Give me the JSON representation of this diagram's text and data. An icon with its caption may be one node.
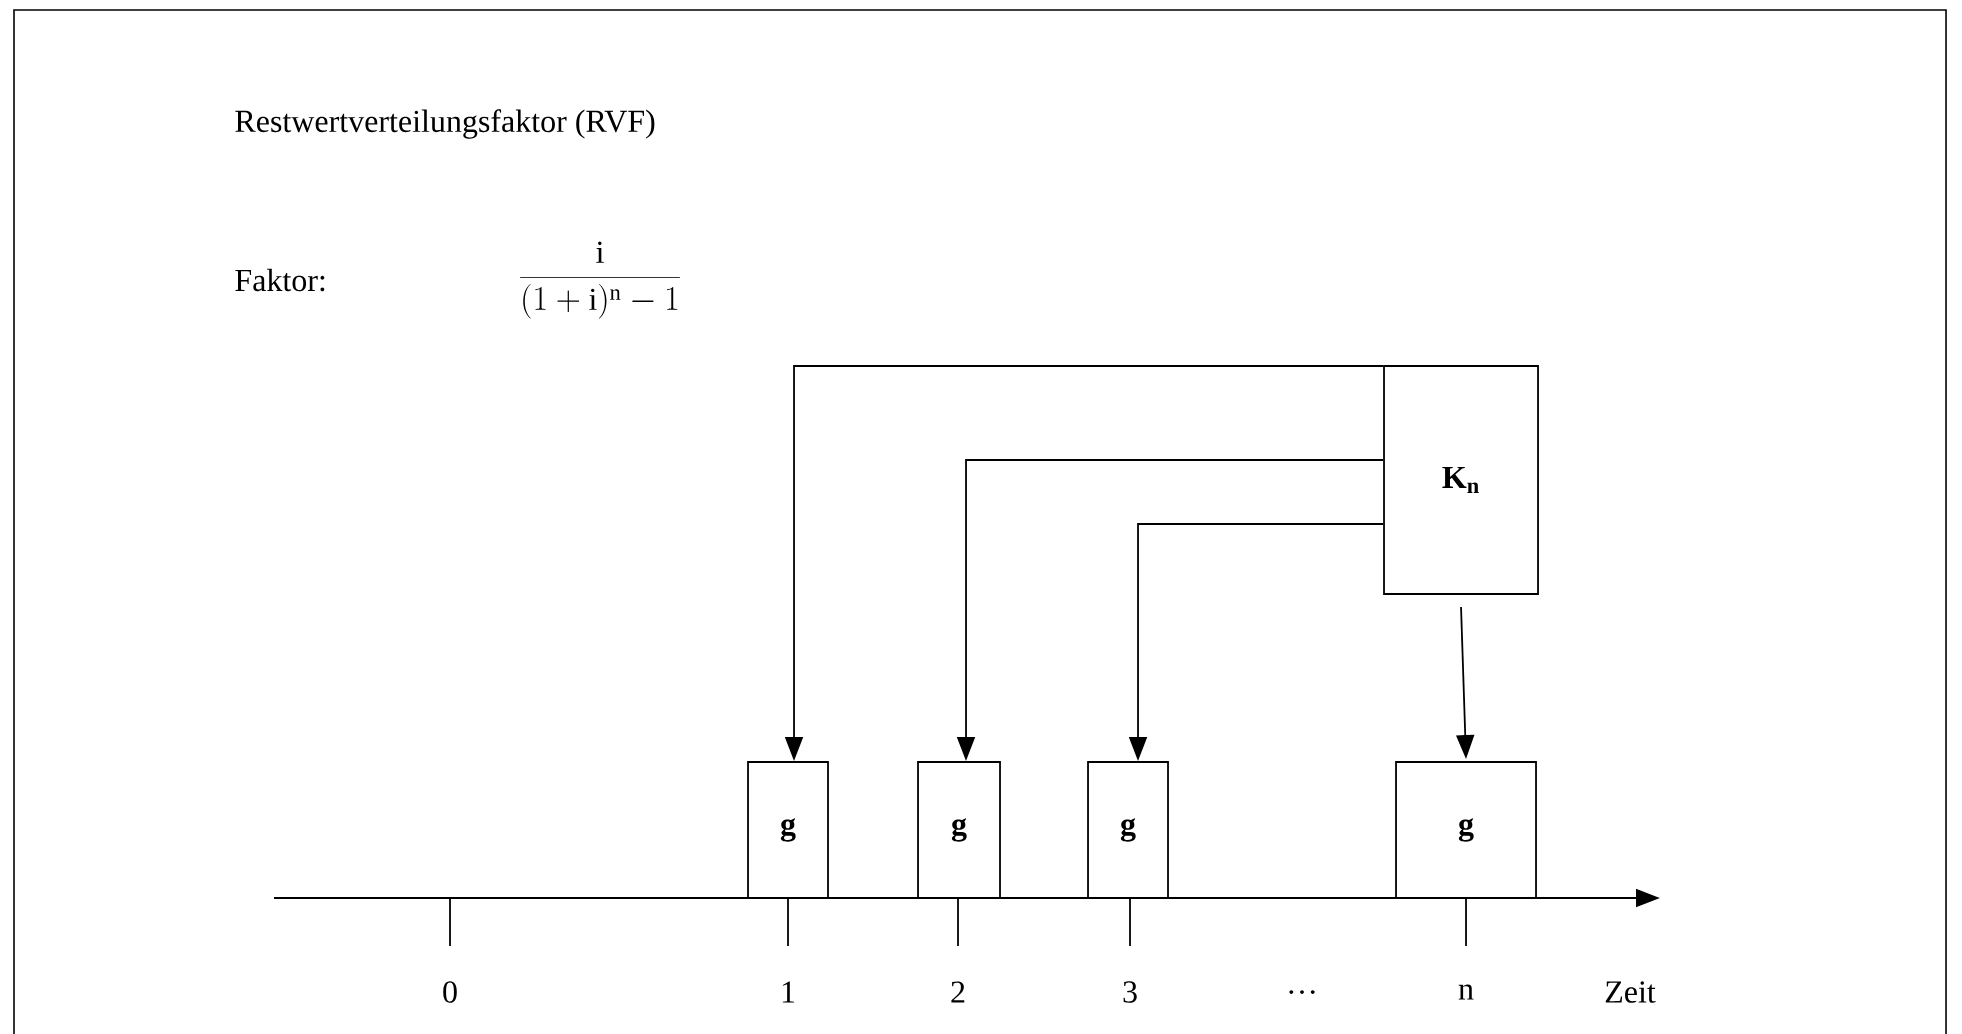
{
  "diagram": {
    "title": "Restwertverteilungsfaktor (RVF)",
    "nodes": [
      {
        "text": [
          "K$_{n}$"
        ]
      },
      {
        "text": [
          "g"
        ]
      },
      {
        "text": [
          "g"
        ]
      },
      {
        "text": [
          "g"
        ]
      },
      {
        "text": [
          "g"
        ]
      }
    ],
    "edges": [
      {
        "from": 0,
        "to": 1,
        "arrow": "to"
      },
      {
        "from": 0,
        "to": 2,
        "arrow": "to"
      },
      {
        "from": 0,
        "to": 3,
        "arrow": "to"
      },
      {
        "from": 0,
        "to": 4,
        "arrow": "to"
      }
    ],
    "labels": [
      "Faktor:",
      "\\frac{\\mathrm{i}}{(1+\\mathrm{i})^{\\mathrm{n}} - 1}",
      "0",
      "1",
      "2",
      "3",
      "…",
      "n",
      "Zeit"
    ]
  }
}
